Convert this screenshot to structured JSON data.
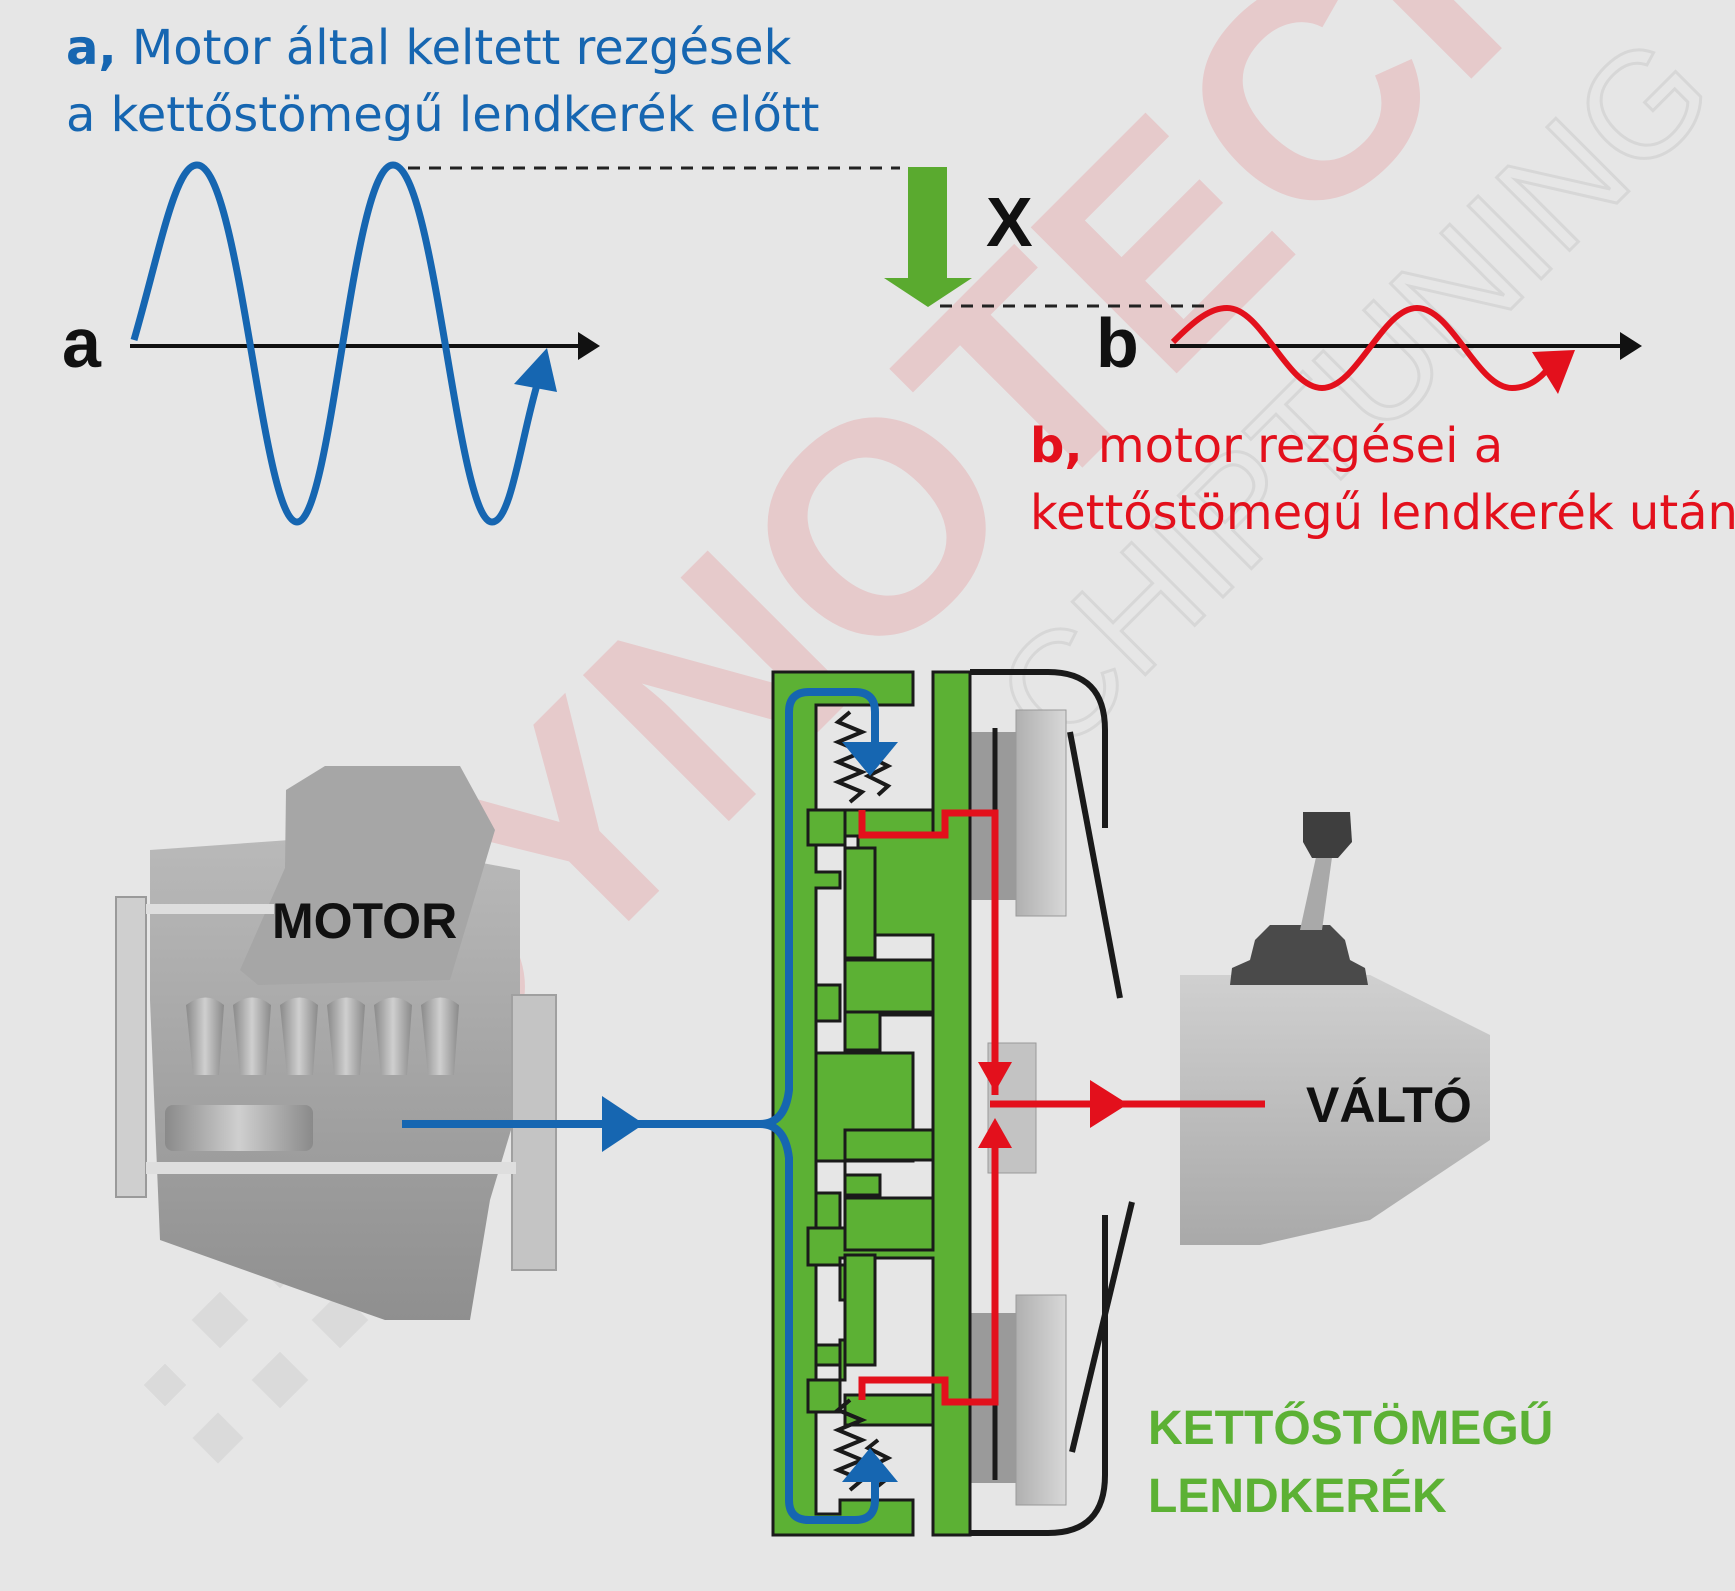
{
  "caption_a": {
    "prefix": "a,",
    "line1": " Motor által keltett rezgések",
    "line2": "a kettőstömegű lendkerék előtt"
  },
  "caption_b": {
    "prefix": "b,",
    "line1": " motor rezgései a",
    "line2": "kettőstömegű lendkerék után"
  },
  "axis_a_label": "a",
  "axis_b_label": "b",
  "reduction_label": "X",
  "motor_label": "MOTOR",
  "gearbox_label": "VÁLTÓ",
  "flywheel_label": {
    "line1": "KETTŐSTÖMEGŰ",
    "line2": "LENDKERÉK"
  },
  "watermark": "DYNOTECH CHIPTUNING",
  "colors": {
    "engine_vibration": "#1666b1",
    "damped_vibration": "#e3101c",
    "flywheel": "#5cb134",
    "reduction_arrow": "#5aaa2f"
  }
}
